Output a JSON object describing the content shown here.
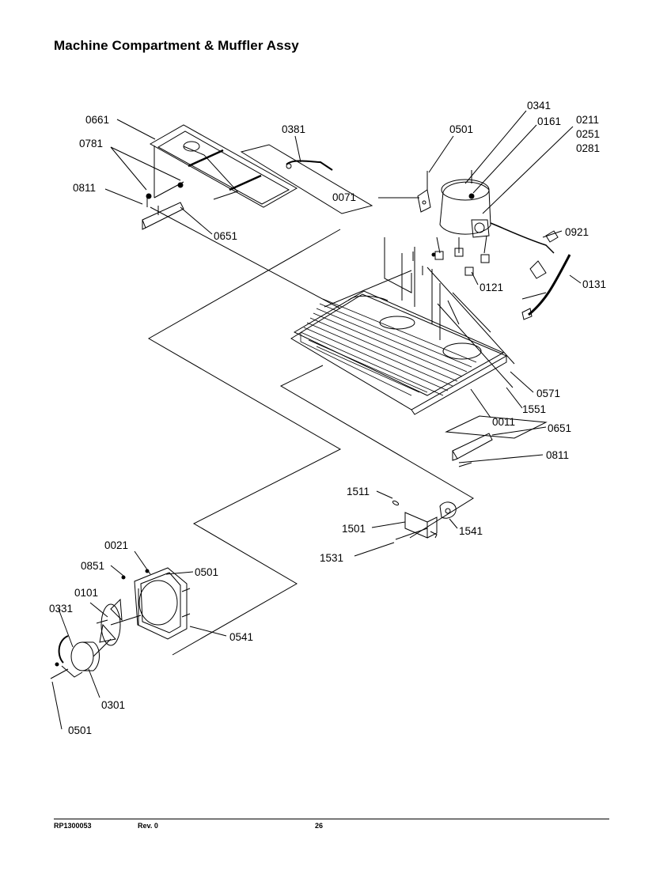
{
  "title": "Machine Compartment & Muffler Assy",
  "callouts": [
    {
      "id": "c-0341",
      "text": "0341"
    },
    {
      "id": "c-0211",
      "text": "0211"
    },
    {
      "id": "c-0161",
      "text": "0161"
    },
    {
      "id": "c-0251",
      "text": "0251"
    },
    {
      "id": "c-0281",
      "text": "0281"
    },
    {
      "id": "c-0661",
      "text": "0661"
    },
    {
      "id": "c-0381",
      "text": "0381"
    },
    {
      "id": "c-0501a",
      "text": "0501"
    },
    {
      "id": "c-0781",
      "text": "0781"
    },
    {
      "id": "c-0811a",
      "text": "0811"
    },
    {
      "id": "c-0071",
      "text": "0071"
    },
    {
      "id": "c-0651a",
      "text": "0651"
    },
    {
      "id": "c-0921",
      "text": "0921"
    },
    {
      "id": "c-0121",
      "text": "0121"
    },
    {
      "id": "c-0131",
      "text": "0131"
    },
    {
      "id": "c-0571",
      "text": "0571"
    },
    {
      "id": "c-1551",
      "text": "1551"
    },
    {
      "id": "c-0011",
      "text": "0011"
    },
    {
      "id": "c-0651b",
      "text": "0651"
    },
    {
      "id": "c-0811b",
      "text": "0811"
    },
    {
      "id": "c-1511",
      "text": "1511"
    },
    {
      "id": "c-1501",
      "text": "1501"
    },
    {
      "id": "c-1541",
      "text": "1541"
    },
    {
      "id": "c-1531",
      "text": "1531"
    },
    {
      "id": "c-0021",
      "text": "0021"
    },
    {
      "id": "c-0851",
      "text": "0851"
    },
    {
      "id": "c-0501b",
      "text": "0501"
    },
    {
      "id": "c-0101",
      "text": "0101"
    },
    {
      "id": "c-0331",
      "text": "0331"
    },
    {
      "id": "c-0541",
      "text": "0541"
    },
    {
      "id": "c-0301",
      "text": "0301"
    },
    {
      "id": "c-0501c",
      "text": "0501"
    }
  ],
  "footer": {
    "doc_number": "RP1300053",
    "revision": "Rev. 0",
    "page": "26"
  }
}
